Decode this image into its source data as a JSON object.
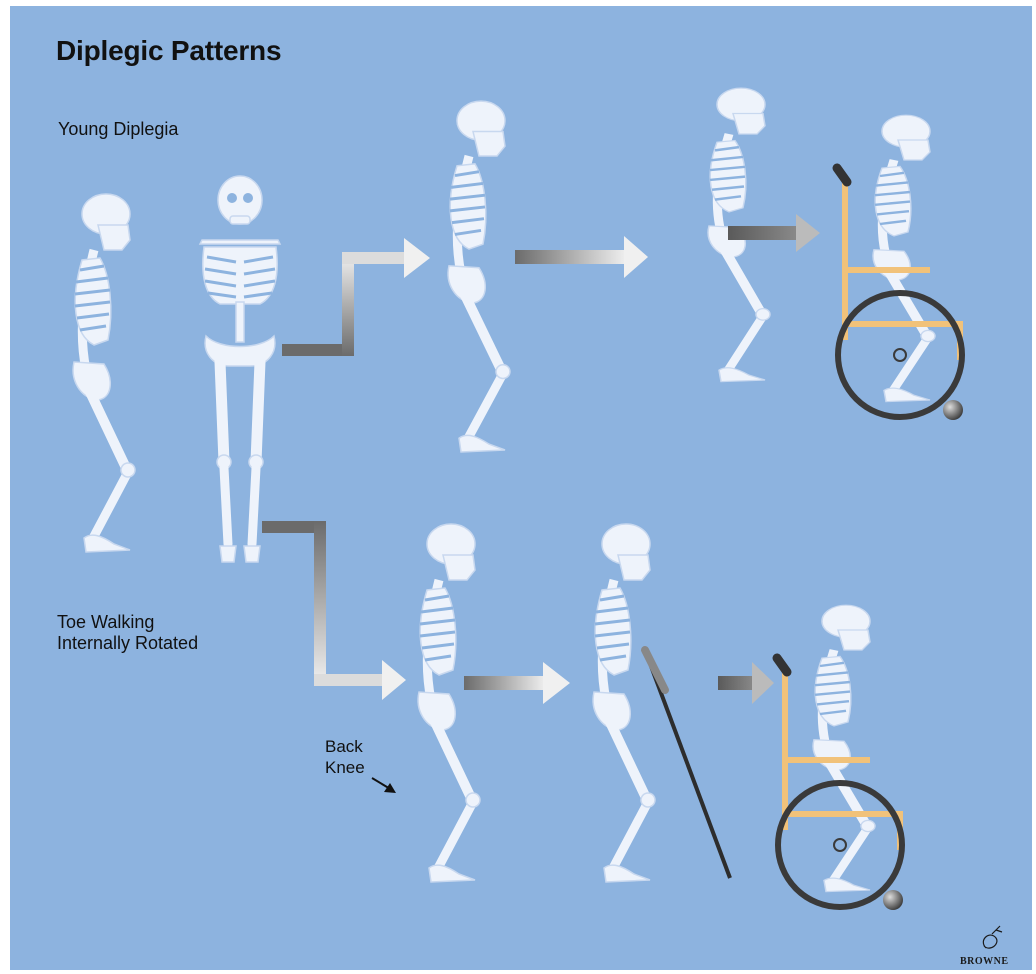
{
  "title": "Diplegic Patterns",
  "labels": {
    "young_diplegia": "Young Diplegia",
    "toe_walking": "Toe Walking\nInternally Rotated",
    "back_knee": "Back\nKnee"
  },
  "signature": "BROWNE",
  "colors": {
    "background": "#8db3df",
    "bone": "#eef3fb",
    "bone_shade": "#c8d8ef",
    "wheelchair_frame": "#f1c27a",
    "wheel": "#3a3a3a",
    "arrow_dark": "#6b6b6b",
    "arrow_light": "#eeeeee"
  }
}
